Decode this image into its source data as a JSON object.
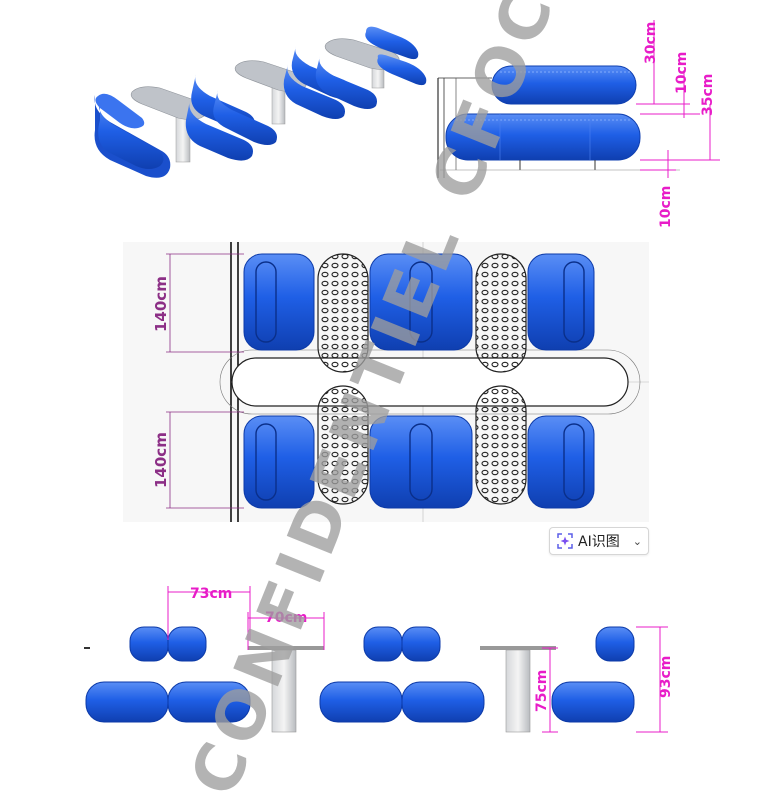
{
  "dimensions": {
    "top_right": {
      "d1": "30cm",
      "d2": "10cm",
      "d3": "35cm",
      "d4": "10cm"
    },
    "plan": {
      "d1": "140cm",
      "d2": "140cm"
    },
    "bottom": {
      "d1": "73cm",
      "d2": "70cm",
      "d3": "75cm",
      "d4": "93cm"
    }
  },
  "watermark": "CONFIDENTIEL CFOC",
  "ai_button": {
    "label": "AI识图"
  },
  "icons": {
    "ai": "sparkle-scan-icon",
    "dropdown": "chevron-down-icon"
  },
  "colors": {
    "seat_blue": "#1f5fe6",
    "dimension_magenta": "#e81cc8",
    "plan_dimension_purple": "#8c2f86",
    "table_top": "#b9bdc4",
    "watermark_gray": "#b0b0b0"
  }
}
